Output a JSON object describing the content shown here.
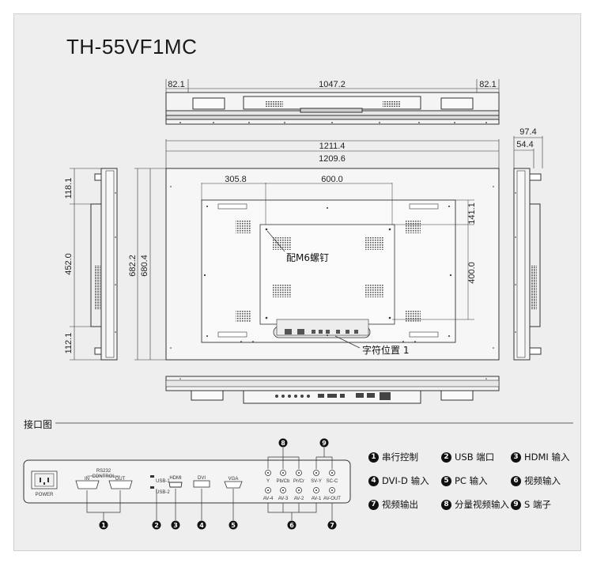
{
  "title": "TH-55VF1MC",
  "dimensions": {
    "top_left": "82.1",
    "top_mid": "1047.2",
    "top_right": "82.1",
    "outer_width": "1211.4",
    "inner_width": "1209.6",
    "depth_total": "97.4",
    "depth_body": "54.4",
    "mount_offset": "305.8",
    "mount_width": "600.0",
    "mount_top": "141.1",
    "mount_height": "400.0",
    "side_top": "118.1",
    "side_mid": "452.0",
    "side_bottom": "112.1",
    "height_outer": "682.2",
    "height_inner": "680.4"
  },
  "callouts": {
    "screw": "配M6螺钉",
    "char_pos": "字符位置 1"
  },
  "interface_section": "接口图",
  "ports": {
    "power": "POWER",
    "rs232": "RS232",
    "control": "CONTROL",
    "in": "IN",
    "out": "OUT",
    "usb1": "USB-1",
    "usb2": "USB-2",
    "hdmi": "HDMI",
    "dvi": "DVI",
    "vga": "VGA",
    "y": "Y",
    "pb": "Pb/Cb",
    "pr": "Pr/Cr",
    "svy": "SV-Y",
    "svc": "SC-C",
    "av4": "AV-4",
    "av3": "AV-3",
    "av2": "AV-2",
    "av1": "AV-1",
    "avout": "AV-OUT"
  },
  "markers": [
    "1",
    "2",
    "3",
    "4",
    "5",
    "6",
    "7",
    "8",
    "9"
  ],
  "legend": [
    {
      "num": "1",
      "label": "串行控制"
    },
    {
      "num": "2",
      "label": "USB 端口"
    },
    {
      "num": "3",
      "label": "HDMI 输入"
    },
    {
      "num": "4",
      "label": "DVI-D 输入"
    },
    {
      "num": "5",
      "label": "PC 输入"
    },
    {
      "num": "6",
      "label": "视频输入"
    },
    {
      "num": "7",
      "label": "视频输出"
    },
    {
      "num": "8",
      "label": "分量视频输入"
    },
    {
      "num": "9",
      "label": "S 端子"
    }
  ]
}
